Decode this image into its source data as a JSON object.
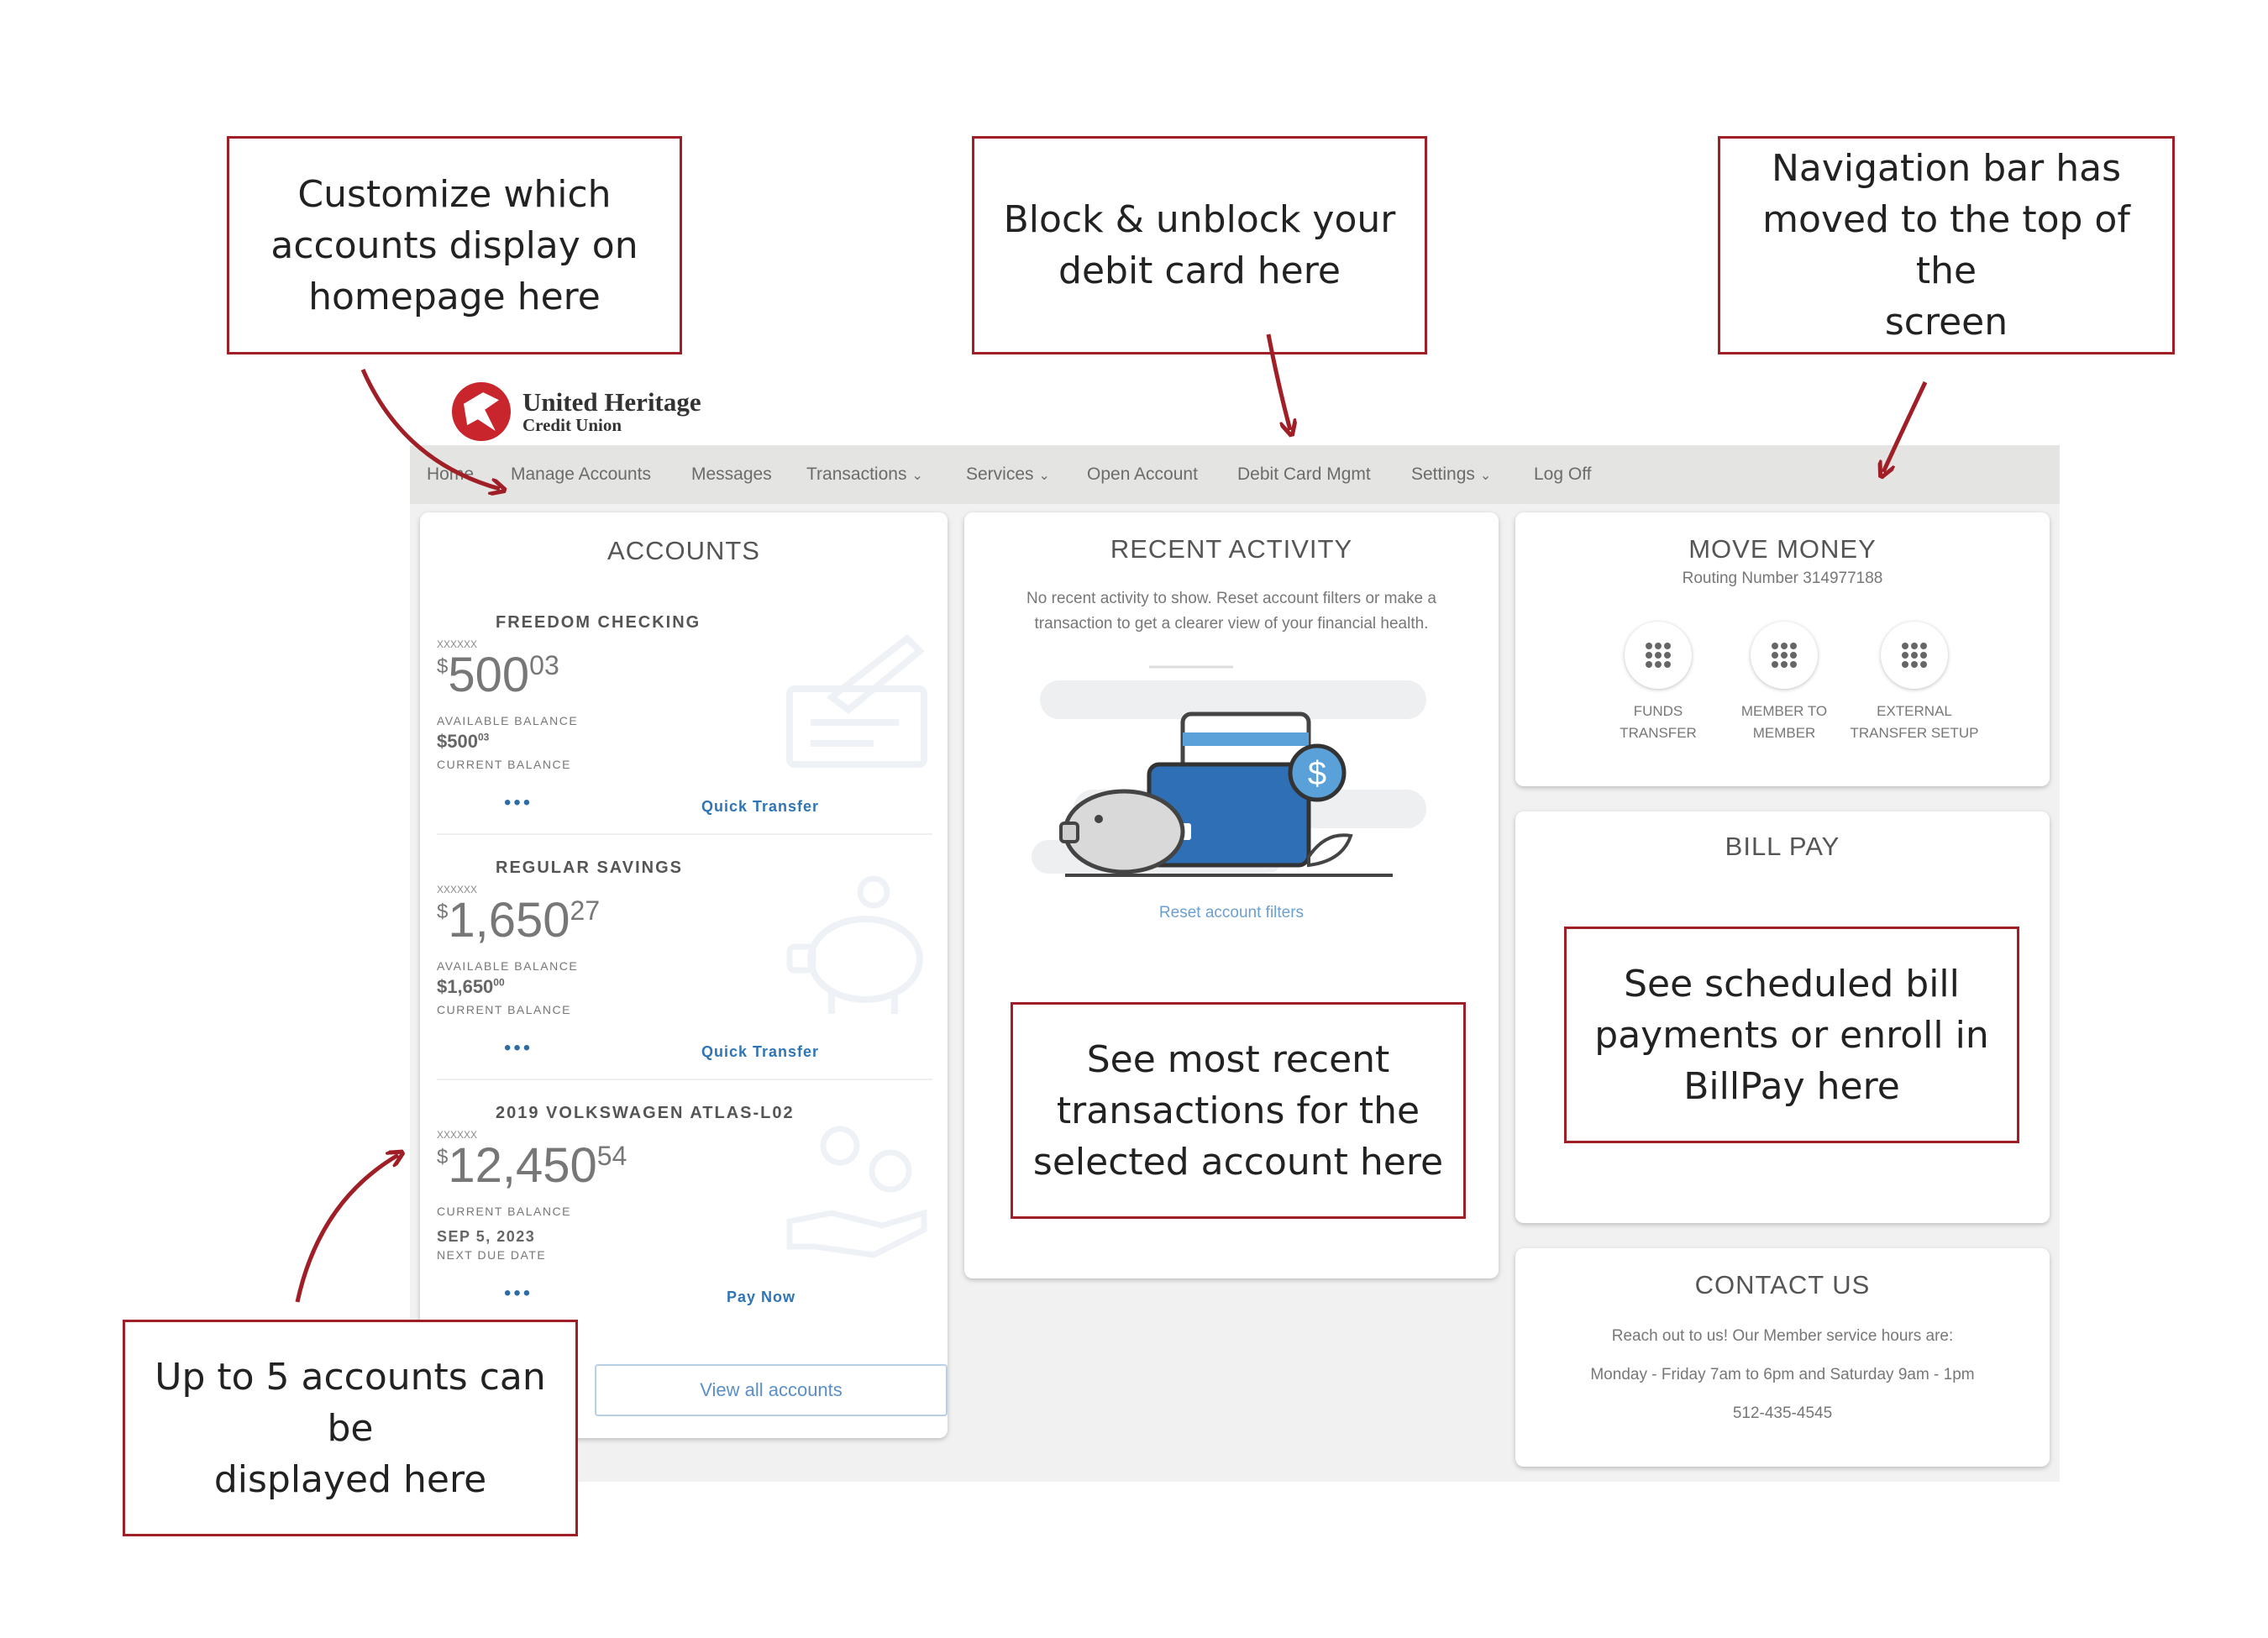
{
  "brand": {
    "name": "United Heritage",
    "sub": "Credit Union"
  },
  "nav": {
    "items": [
      "Home",
      "Manage Accounts",
      "Messages",
      "Transactions",
      "Services",
      "Open Account",
      "Debit Card Mgmt",
      "Settings",
      "Log Off"
    ],
    "dropdown_chevron": "⌄"
  },
  "accounts": {
    "title": "ACCOUNTS",
    "items": [
      {
        "name": "FREEDOM CHECKING",
        "mask": "XXXXXX",
        "currency": "$",
        "dollars": "500",
        "cents": "03",
        "label1": "AVAILABLE BALANCE",
        "value2": "$500",
        "value2_cents": "03",
        "label2": "CURRENT BALANCE",
        "more": "•••",
        "action": "Quick Transfer",
        "icon": "check-icon"
      },
      {
        "name": "REGULAR SAVINGS",
        "mask": "XXXXXX",
        "currency": "$",
        "dollars": "1,650",
        "cents": "27",
        "label1": "AVAILABLE BALANCE",
        "value2": "$1,650",
        "value2_cents": "00",
        "label2": "CURRENT BALANCE",
        "more": "•••",
        "action": "Quick Transfer",
        "icon": "piggy-bank-icon"
      },
      {
        "name": "2019 VOLKSWAGEN ATLAS-L02",
        "mask": "XXXXXX",
        "currency": "$",
        "dollars": "12,450",
        "cents": "54",
        "label1": "CURRENT BALANCE",
        "value2": "SEP 5, 2023",
        "value2_cents": "",
        "label2": "NEXT DUE DATE",
        "more": "•••",
        "action": "Pay Now",
        "icon": "hand-coin-icon"
      }
    ],
    "view_all": "View all accounts"
  },
  "recent_activity": {
    "title": "RECENT ACTIVITY",
    "line1": "No recent activity to show. Reset account filters or make a",
    "line2": "transaction to get a clearer view of your financial health.",
    "reset_link": "Reset account filters"
  },
  "move_money": {
    "title": "MOVE MONEY",
    "routing": "Routing Number 314977188",
    "actions": [
      {
        "line1": "FUNDS",
        "line2": "TRANSFER"
      },
      {
        "line1": "MEMBER TO",
        "line2": "MEMBER"
      },
      {
        "line1": "EXTERNAL",
        "line2": "TRANSFER SETUP"
      }
    ]
  },
  "bill_pay": {
    "title": "BILL PAY"
  },
  "contact": {
    "title": "CONTACT US",
    "line1": "Reach out to us! Our Member service hours are:",
    "line2": "Monday - Friday 7am to 6pm and Saturday 9am - 1pm",
    "phone": "512-435-4545"
  },
  "callouts": {
    "customize": [
      "Customize  which",
      "accounts display on",
      "homepage here"
    ],
    "debit": [
      "Block & unblock your",
      "debit card here"
    ],
    "navigation": [
      "Navigation bar has",
      "moved to the top of the",
      "screen"
    ],
    "recent": [
      "See most recent",
      "transactions for the",
      "selected account here"
    ],
    "billpay": [
      "See scheduled bill",
      "payments or enroll in",
      "BillPay here"
    ],
    "accounts": [
      "Up to 5 accounts can be",
      "displayed here"
    ]
  },
  "colors": {
    "callout_border": "#a01f26",
    "link": "#2e75b6",
    "brand_red": "#c9252c",
    "nav_bg": "#e4e4e2"
  }
}
